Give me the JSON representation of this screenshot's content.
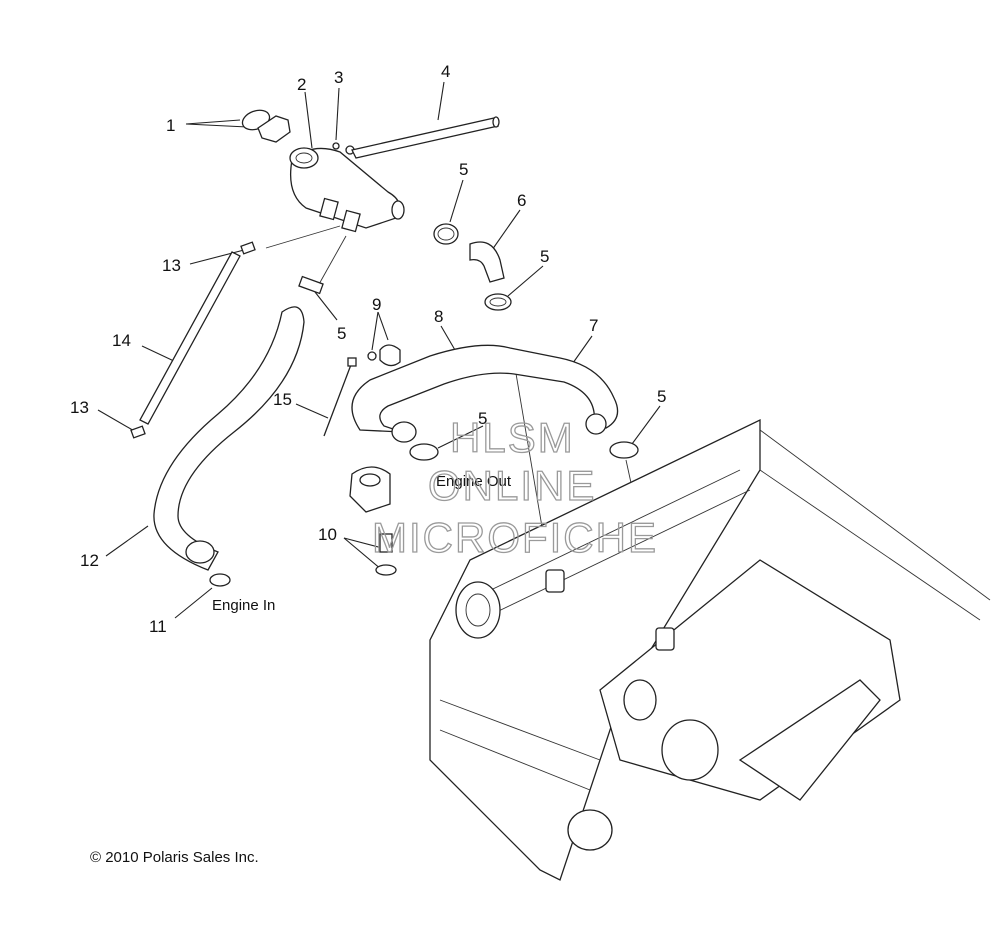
{
  "callouts": [
    {
      "id": "c1",
      "text": "1"
    },
    {
      "id": "c2",
      "text": "2"
    },
    {
      "id": "c3",
      "text": "3"
    },
    {
      "id": "c4",
      "text": "4"
    },
    {
      "id": "c5a",
      "text": "5"
    },
    {
      "id": "c6",
      "text": "6"
    },
    {
      "id": "c5b",
      "text": "5"
    },
    {
      "id": "c13a",
      "text": "13"
    },
    {
      "id": "c9",
      "text": "9"
    },
    {
      "id": "c8",
      "text": "8"
    },
    {
      "id": "c7",
      "text": "7"
    },
    {
      "id": "c5c",
      "text": "5"
    },
    {
      "id": "c14",
      "text": "14"
    },
    {
      "id": "c15",
      "text": "15"
    },
    {
      "id": "c5d",
      "text": "5"
    },
    {
      "id": "c5e",
      "text": "5"
    },
    {
      "id": "c13b",
      "text": "13"
    },
    {
      "id": "c10",
      "text": "10"
    },
    {
      "id": "c12",
      "text": "12"
    },
    {
      "id": "c11",
      "text": "11"
    }
  ],
  "labels": {
    "engine_out": "Engine Out",
    "engine_in": "Engine In",
    "copyright": "© 2010 Polaris Sales Inc."
  },
  "watermark": {
    "line1": "HLSM",
    "line2": "ONLINE",
    "line3": "MICROFICHE"
  }
}
